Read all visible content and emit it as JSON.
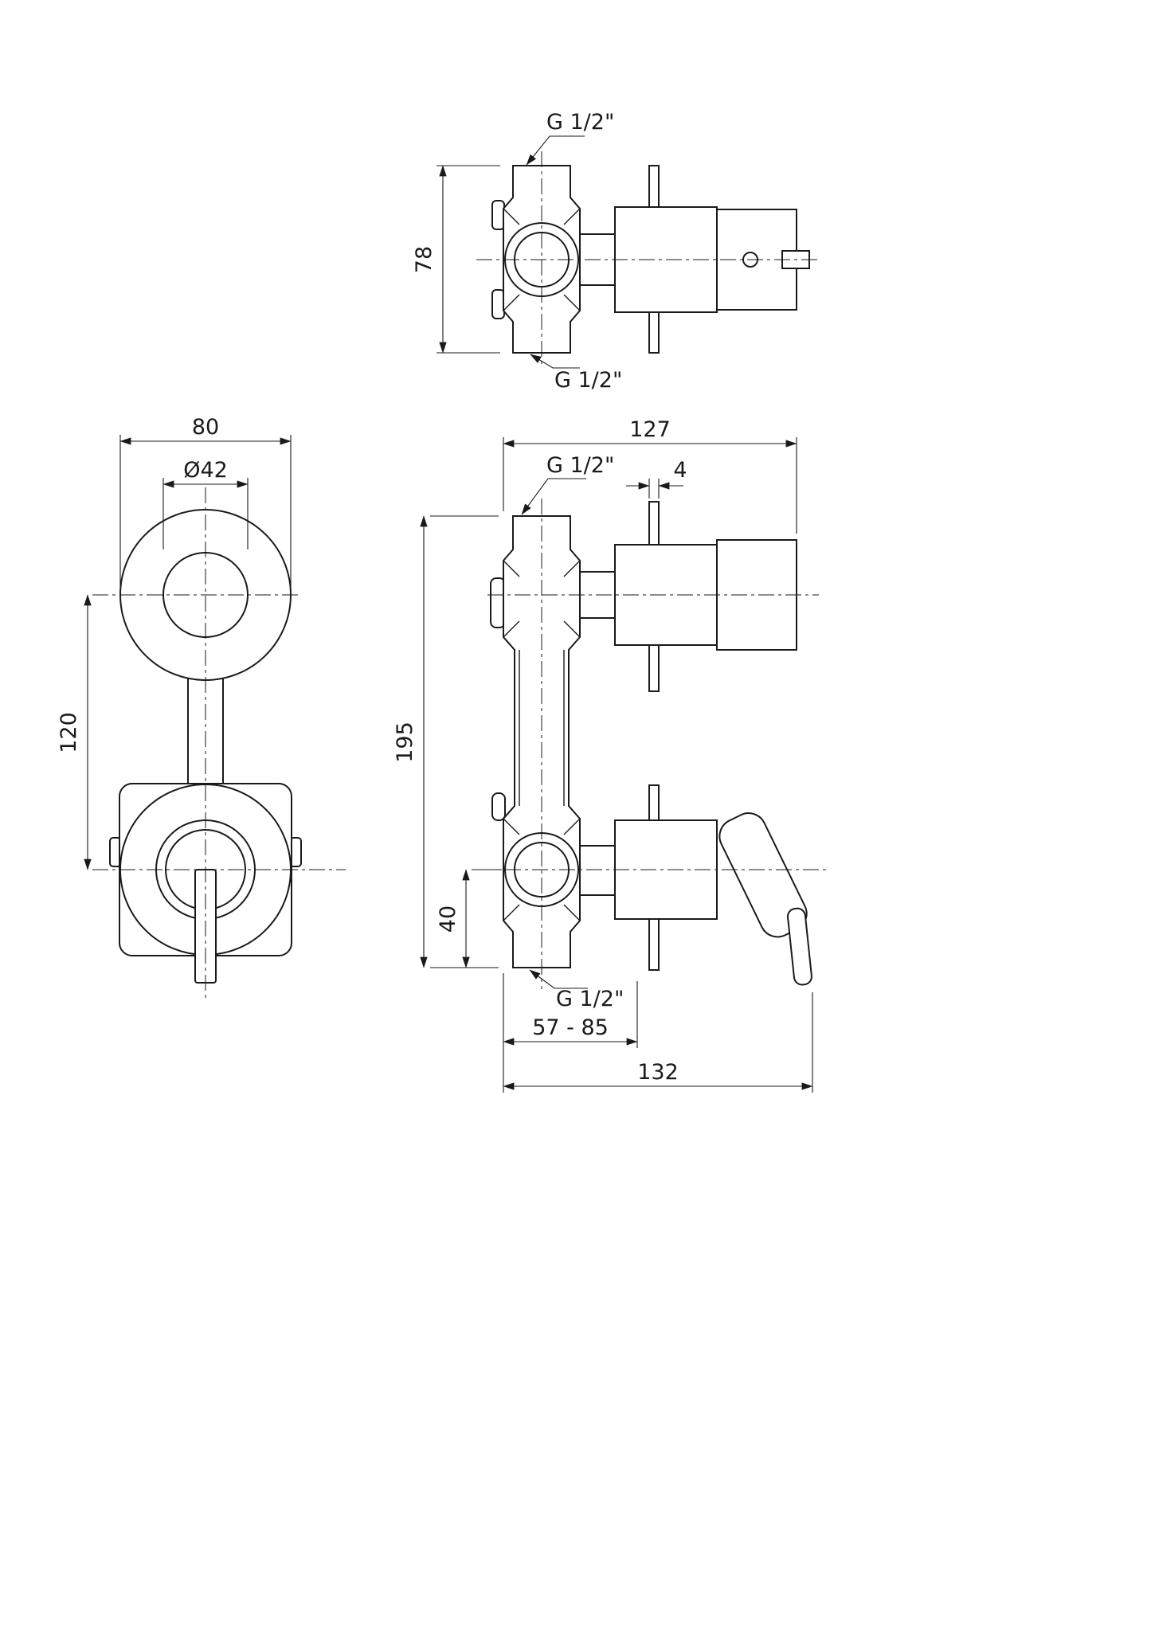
{
  "meta": {
    "background": "#ffffff",
    "line_color": "#1a1a1a",
    "drawing_type": "concealed-shower-mixer-dimension-drawing"
  },
  "views": {
    "top": {
      "dim_height": "78",
      "port_top": "G 1/2\"",
      "port_bottom": "G 1/2\""
    },
    "front": {
      "dim_width": "80",
      "dim_diameter": "Ø42",
      "dim_center_distance": "120"
    },
    "side": {
      "dim_depth": "127",
      "dim_plate_thickness": "4",
      "dim_height": "195",
      "dim_port_offset": "40",
      "port_top": "G 1/2\"",
      "port_bottom": "G 1/2\"",
      "dim_wall_range": "57 - 85",
      "dim_total_depth": "132"
    }
  }
}
